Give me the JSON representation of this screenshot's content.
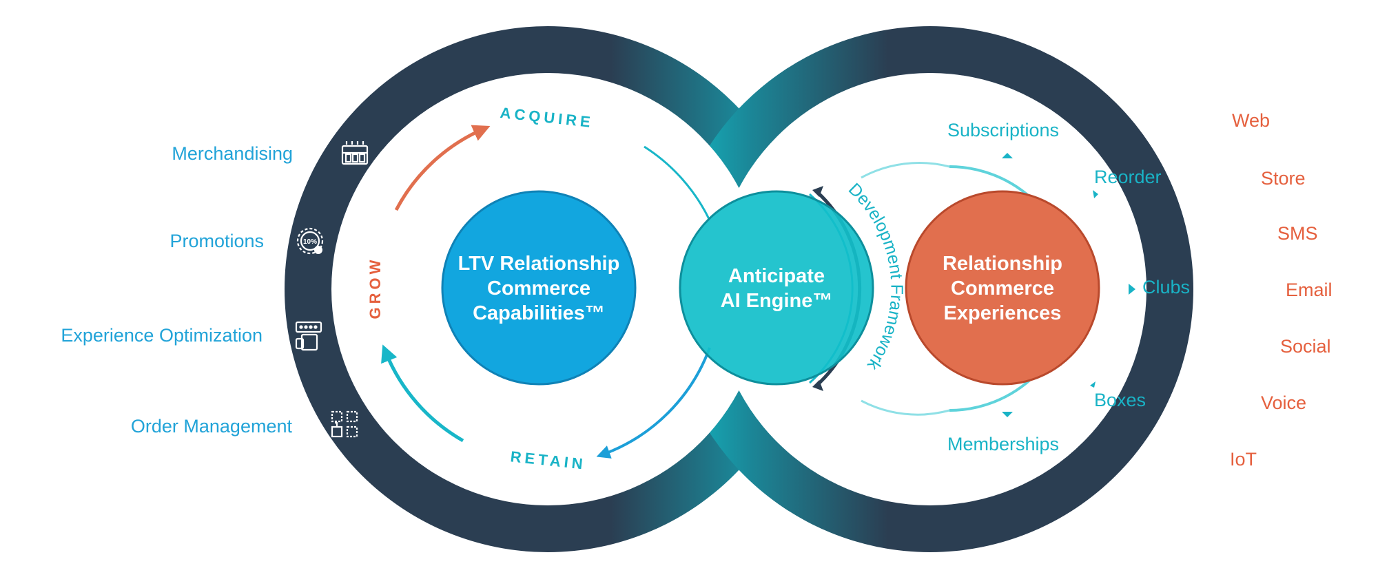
{
  "colors": {
    "dark_ring": "#2b3e52",
    "teal": "#12bcc6",
    "blue_circle": "#12a6df",
    "teal_circle": "#12bfca",
    "coral": "#e16f4e",
    "label_blue": "#21a3d8",
    "label_teal": "#19b3c6",
    "label_coral": "#e5603e"
  },
  "left_capabilities": [
    {
      "label": "Merchandising",
      "icon": "merchandising-shelf-icon"
    },
    {
      "label": "Promotions",
      "icon": "discount-badge-icon"
    },
    {
      "label": "Experience Optimization",
      "icon": "optimization-screen-icon"
    },
    {
      "label": "Order Management",
      "icon": "order-grid-icon"
    }
  ],
  "lifecycle": {
    "acquire": "ACQUIRE",
    "grow": "GROW",
    "retain": "RETAIN"
  },
  "circles": {
    "ltv": [
      "LTV Relationship",
      "Commerce",
      "Capabilities™"
    ],
    "engine": [
      "Anticipate",
      "AI Engine™"
    ],
    "experiences": [
      "Relationship",
      "Commerce",
      "Experiences"
    ]
  },
  "framework_label": "Development Framework",
  "experience_types": {
    "subscriptions": "Subscriptions",
    "reorder": "Reorder",
    "clubs": "Clubs",
    "boxes": "Boxes",
    "memberships": "Memberships"
  },
  "channels": [
    {
      "label": "Web",
      "icon": "mouse-icon"
    },
    {
      "label": "Store",
      "icon": "storefront-icon"
    },
    {
      "label": "SMS",
      "icon": "sms-bubble-icon",
      "icon_text": "SMS"
    },
    {
      "label": "Email",
      "icon": "envelope-icon"
    },
    {
      "label": "Social",
      "icon": "facebook-icon"
    },
    {
      "label": "Voice",
      "icon": "voice-icon"
    },
    {
      "label": "IoT",
      "icon": "smart-home-icon"
    }
  ]
}
